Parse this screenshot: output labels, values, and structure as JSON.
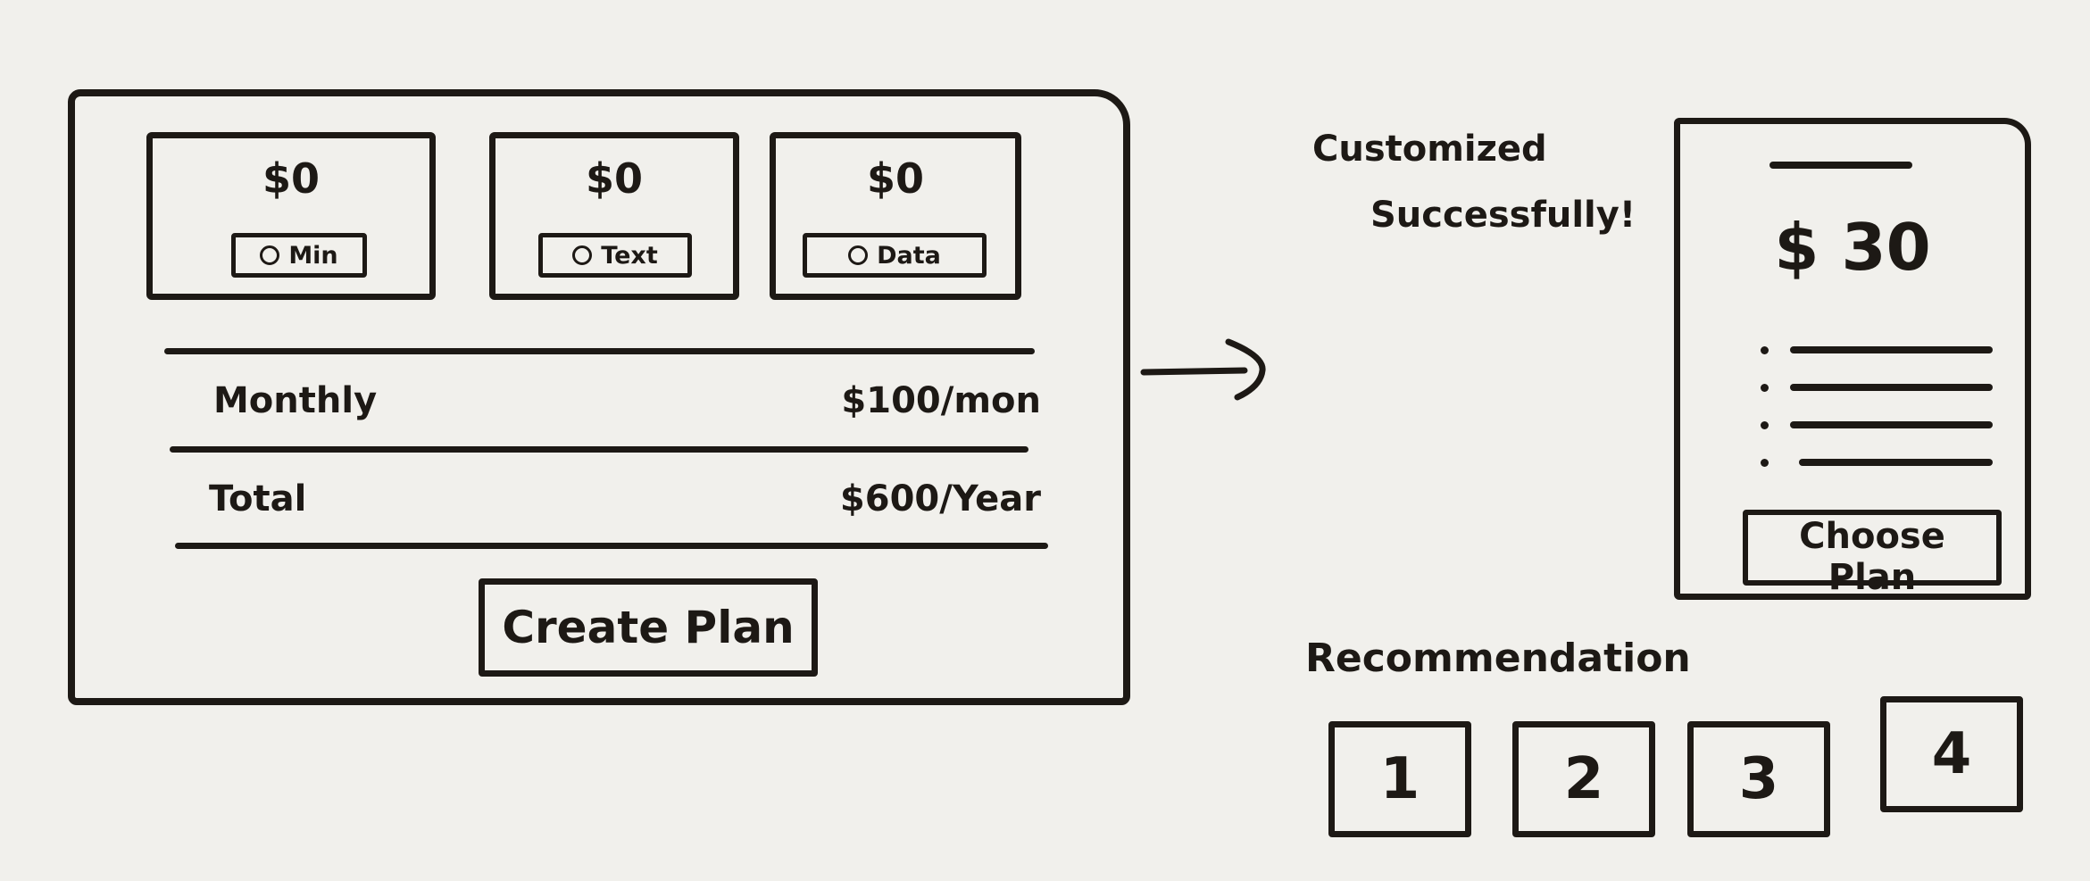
{
  "builder": {
    "addons": [
      {
        "price": "$0",
        "label": "Min"
      },
      {
        "price": "$0",
        "label": "Text"
      },
      {
        "price": "$0",
        "label": "Data"
      }
    ],
    "monthly": {
      "label": "Monthly",
      "value": "$100/mon"
    },
    "total": {
      "label": "Total",
      "value": "$600/Year"
    },
    "create_label": "Create Plan"
  },
  "result": {
    "success_line1": "Customized",
    "success_line2": "Successfully!",
    "plan_price": "$ 30",
    "choose_label": "Choose Plan"
  },
  "recommendation": {
    "label": "Recommendation",
    "options": [
      "1",
      "2",
      "3",
      "4"
    ]
  }
}
